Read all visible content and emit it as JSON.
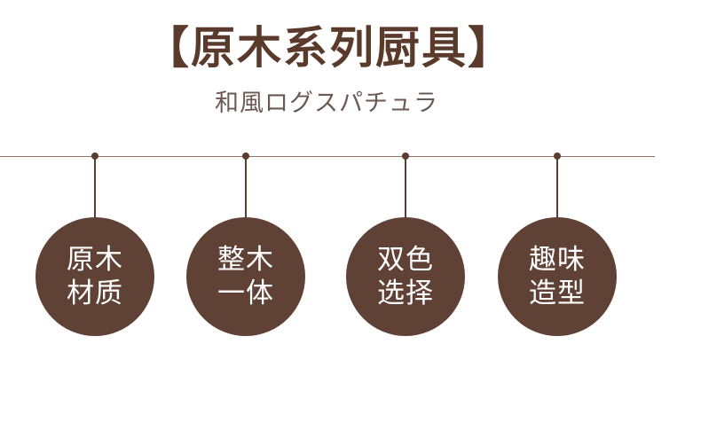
{
  "header": {
    "title": "【原木系列厨具】",
    "subtitle": "和風ログスパチュラ"
  },
  "features": [
    {
      "line1": "原木",
      "line2": "材质"
    },
    {
      "line1": "整木",
      "line2": "一体"
    },
    {
      "line1": "双色",
      "line2": "选择"
    },
    {
      "line1": "趣味",
      "line2": "造型"
    }
  ],
  "colors": {
    "brand_brown": "#5f4135",
    "title_brown": "#5a3b2b",
    "rail": "#8a7568",
    "background": "#ffffff"
  }
}
